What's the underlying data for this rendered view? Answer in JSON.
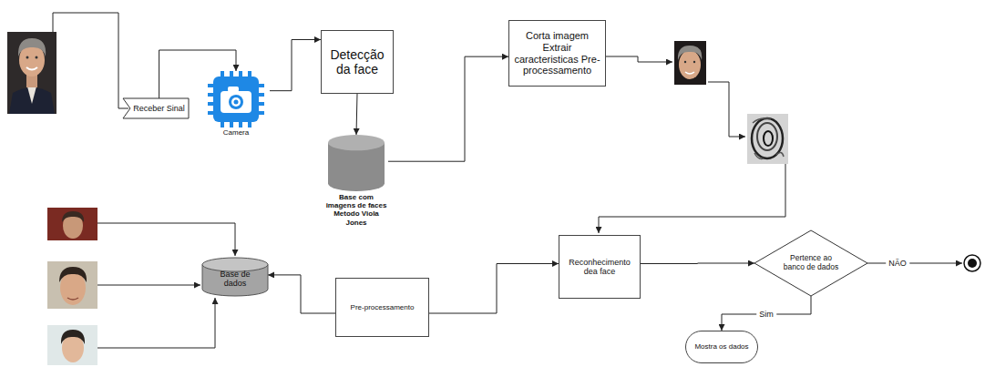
{
  "diagram": {
    "nodes": [
      {
        "text": [
          "Receber Sinal"
        ]
      },
      {
        "text": [
          "Camera"
        ]
      },
      {
        "text": [
          "Detecção da face"
        ]
      },
      {
        "text": [
          "Base com imagens de faces Metodo Viola Jones"
        ]
      },
      {
        "text": [
          "Corta imagem Extrair caracteristicas Pre-processamento"
        ]
      },
      {
        "text": [
          "Base de dados"
        ]
      },
      {
        "text": [
          "Pre-processamento"
        ]
      },
      {
        "text": [
          "Reconhecimento dea face"
        ]
      },
      {
        "text": [
          "Pertence ao banco de dados"
        ]
      },
      {
        "text": [
          "Mostra os dados"
        ]
      }
    ],
    "edges": [
      {
        "from": 0,
        "to": 1,
        "arrow": "to"
      },
      {
        "from": 1,
        "to": 2,
        "arrow": "to"
      },
      {
        "from": 2,
        "to": 3,
        "arrow": "to"
      },
      {
        "from": 3,
        "to": 4,
        "arrow": "to"
      },
      {
        "from": 6,
        "to": 5,
        "arrow": "to"
      },
      {
        "from": 6,
        "to": 7,
        "arrow": "to"
      },
      {
        "from": 7,
        "to": 8,
        "arrow": "to"
      },
      {
        "from": 8,
        "to": 9,
        "label": "Sim",
        "arrow": "to"
      }
    ],
    "labels": [
      "NÃO"
    ]
  }
}
